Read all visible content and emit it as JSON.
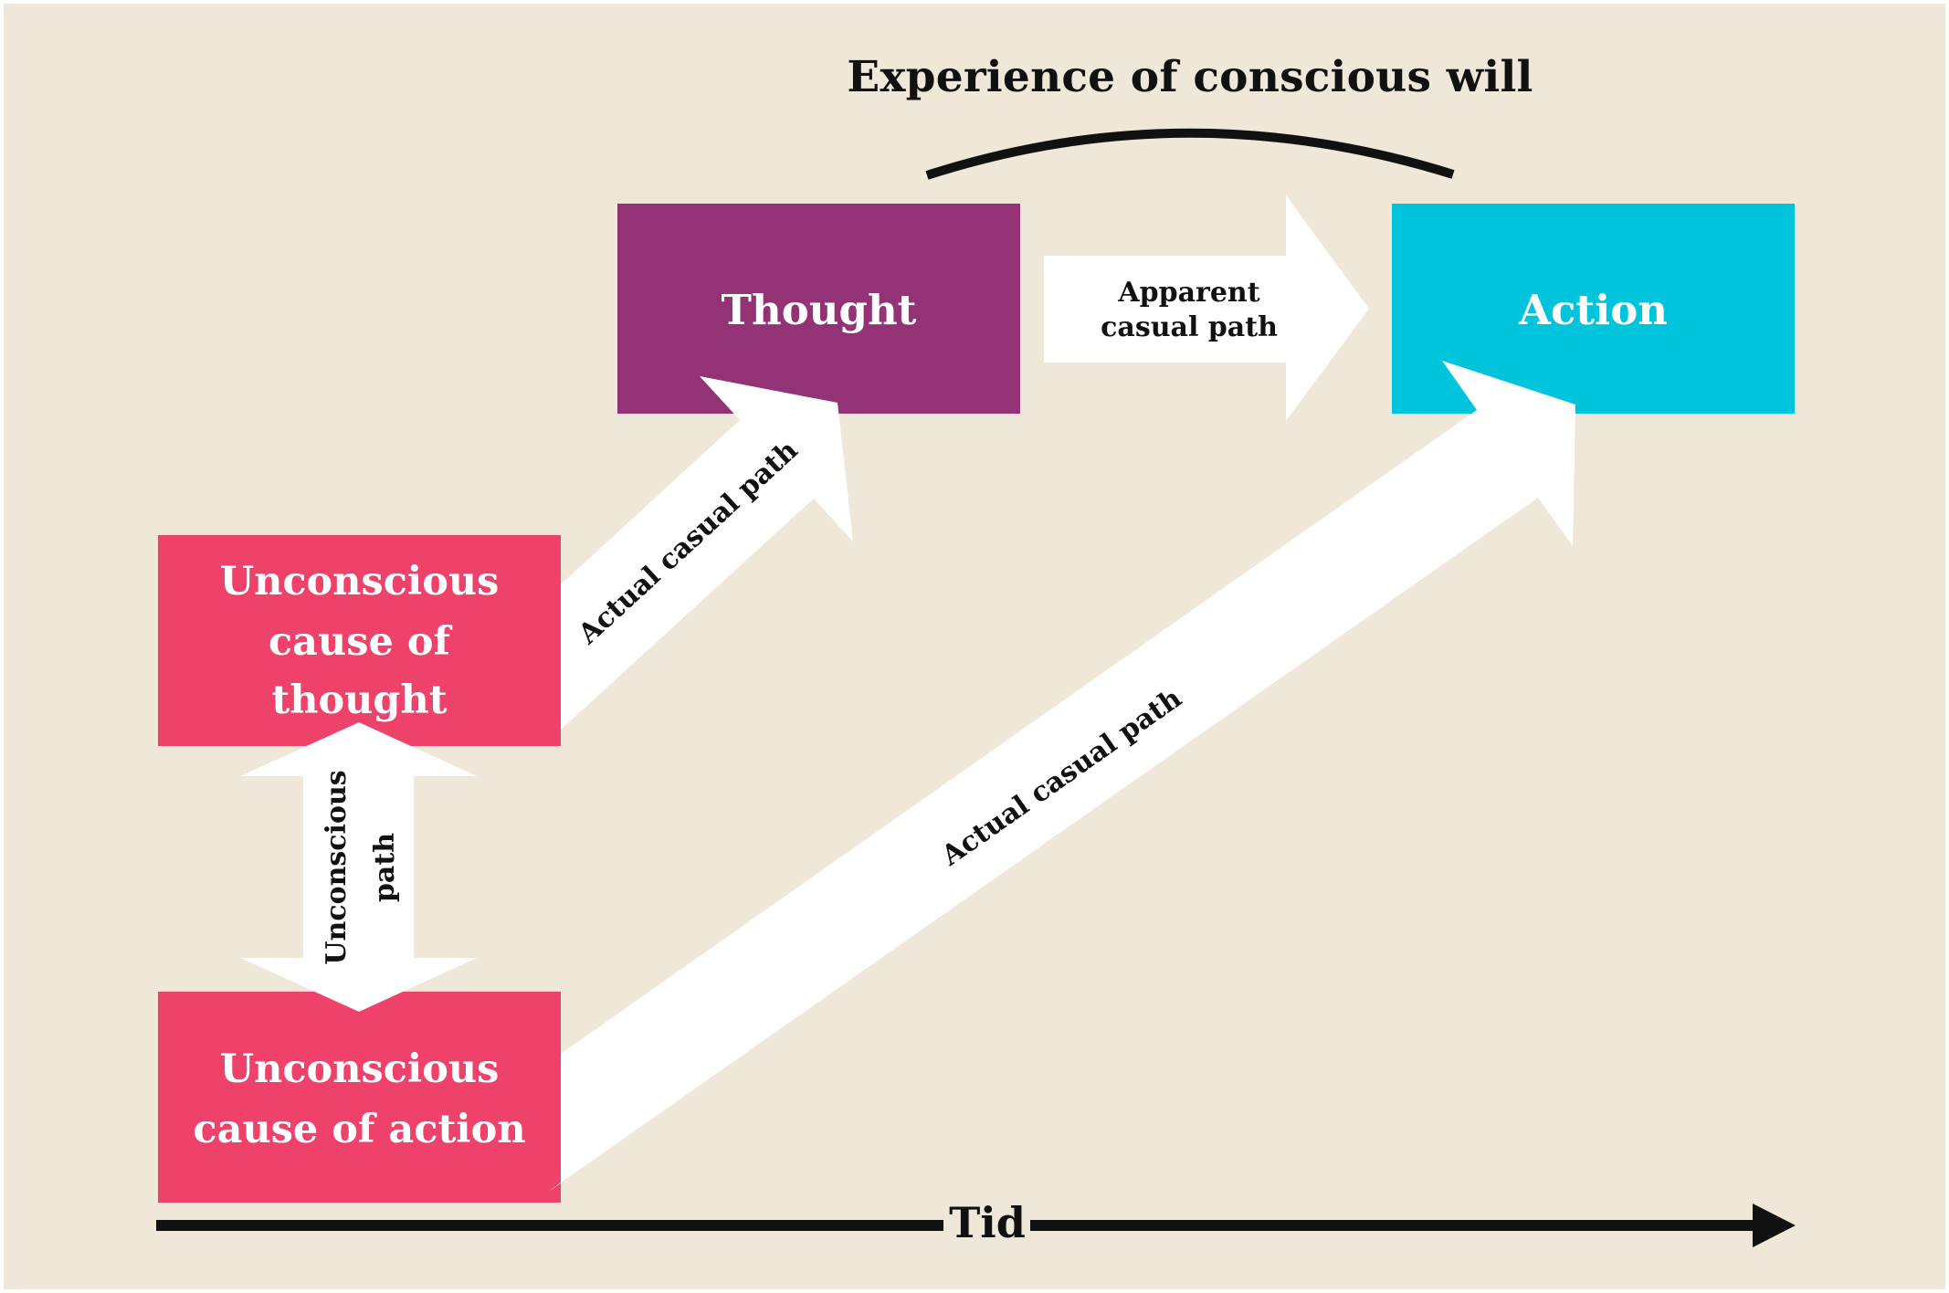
{
  "title": "Experience of conscious will",
  "colors": {
    "background": "#EFE7D7",
    "border": "#FFFFFF",
    "thought": "#933274",
    "action": "#00C4DC",
    "unconscious": "#EE426B",
    "arrow": "#FFFFFF",
    "ink": "#111111"
  },
  "nodes": {
    "thought": {
      "label": "Thought"
    },
    "action": {
      "label": "Action"
    },
    "unconscious_thought": {
      "lines": [
        "Unconscious",
        "cause of",
        "thought"
      ]
    },
    "unconscious_action": {
      "lines": [
        "Unconscious",
        "cause of action"
      ]
    }
  },
  "arrows": {
    "apparent": {
      "lines": [
        "Apparent",
        "casual path"
      ]
    },
    "actual_to_thought": {
      "label": "Actual casual path"
    },
    "actual_to_action": {
      "label": "Actual casual path"
    },
    "unconscious_path": {
      "lines": [
        "Unconscious",
        "path"
      ]
    }
  },
  "axis": {
    "label": "Tid"
  }
}
